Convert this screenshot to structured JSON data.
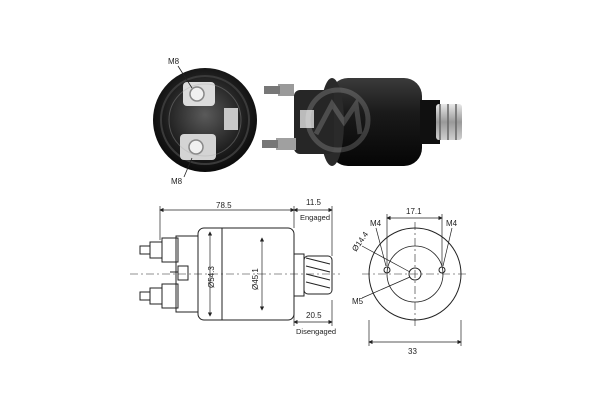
{
  "photos": {
    "end_view_top_label": "M8",
    "end_view_bottom_label": "M8"
  },
  "side_view": {
    "length": "78.5",
    "plunger_engaged": "11.5",
    "engaged_label": "Engaged",
    "body_diameter": "Ø54.3",
    "inner_diameter": "Ø45.1",
    "plunger_disengaged": "20.5",
    "disengaged_label": "Disengaged"
  },
  "end_view": {
    "terminal_spacing": "17.1",
    "left_terminal": "M4",
    "right_terminal": "M4",
    "center_hole": "Ø14.4",
    "center_thread": "M5",
    "width": "33"
  },
  "colors": {
    "line": "#222222",
    "body_dark": "#1a1a1a",
    "metal": "#b8b8b8"
  }
}
